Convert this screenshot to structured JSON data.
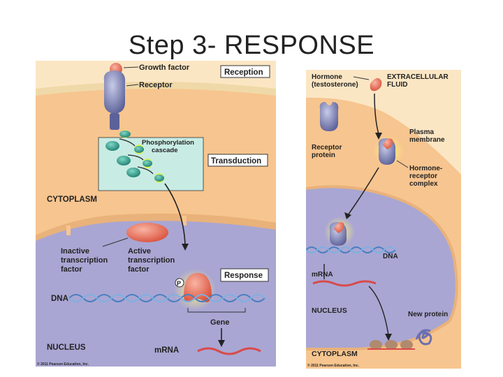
{
  "slide": {
    "title": "Step 3- RESPONSE"
  },
  "left_diagram": {
    "growth_factor": "Growth factor",
    "receptor": "Receptor",
    "reception": "Reception",
    "phosphorylation_1": "Phosphorylation",
    "phosphorylation_2": "cascade",
    "transduction": "Transduction",
    "cytoplasm": "CYTOPLASM",
    "inactive_1": "Inactive",
    "inactive_2": "transcription",
    "inactive_3": "factor",
    "active_1": "Active",
    "active_2": "transcription",
    "active_3": "factor",
    "p_label": "P",
    "response": "Response",
    "dna": "DNA",
    "gene": "Gene",
    "nucleus": "NUCLEUS",
    "mrna": "mRNA",
    "copyright": "© 2011 Pearson Education, Inc."
  },
  "right_diagram": {
    "hormone_1": "Hormone",
    "hormone_2": "(testosterone)",
    "extracellular_1": "EXTRACELLULAR",
    "extracellular_2": "FLUID",
    "receptor_1": "Receptor",
    "receptor_2": "protein",
    "plasma_1": "Plasma",
    "plasma_2": "membrane",
    "complex_1": "Hormone-",
    "complex_2": "receptor",
    "complex_3": "complex",
    "dna": "DNA",
    "mrna": "mRNA",
    "nucleus": "NUCLEUS",
    "new_protein": "New protein",
    "cytoplasm": "CYTOPLASM",
    "copyright": "© 2011 Pearson Education, Inc."
  },
  "colors": {
    "extracellular": "#fbe6c4",
    "cytoplasm": "#f7c58f",
    "nucleus": "#a9a6d3",
    "receptor": "#7b7fb8",
    "hormone": "#e8725f",
    "cascade": "#2aa08c",
    "dna": "#4a7fc0",
    "mrna": "#d94a4a"
  }
}
